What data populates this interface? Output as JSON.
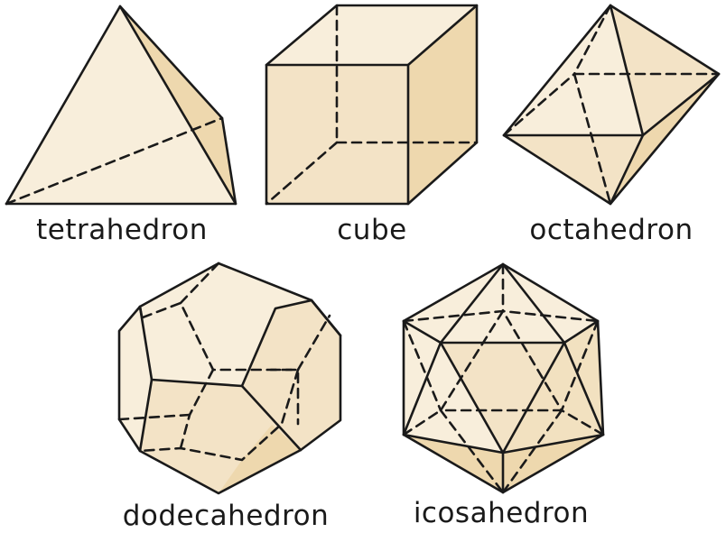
{
  "colors": {
    "light_face": "#f8eedb",
    "mid_face": "#f3e3c6",
    "dark_face": "#eed8ae",
    "edge": "#1a1a1a"
  },
  "solids": [
    {
      "key": "tetrahedron",
      "label": "tetrahedron"
    },
    {
      "key": "cube",
      "label": "cube"
    },
    {
      "key": "octahedron",
      "label": "octahedron"
    },
    {
      "key": "dodecahedron",
      "label": "dodecahedron"
    },
    {
      "key": "icosahedron",
      "label": "icosahedron"
    }
  ]
}
